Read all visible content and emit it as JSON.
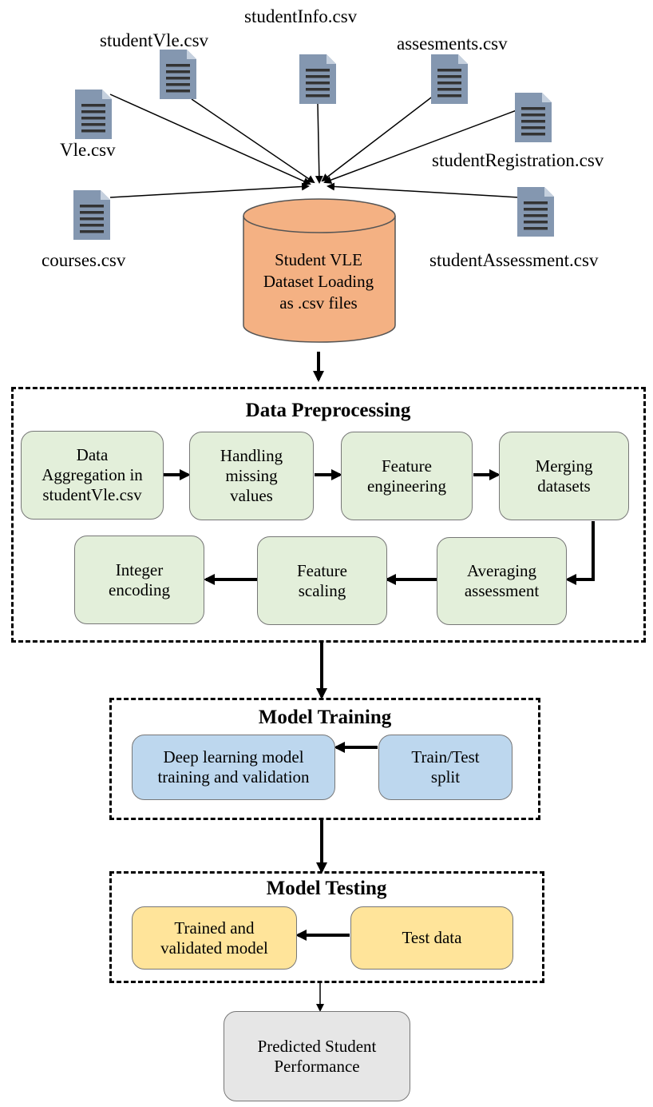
{
  "files": {
    "studentinfo": "studentInfo.csv",
    "studentvle": "studentVle.csv",
    "assessments": "assesments.csv",
    "vle": "Vle.csv",
    "studentregistration": "studentRegistration.csv",
    "courses": "courses.csv",
    "studentassessment": "studentAssessment.csv"
  },
  "database": {
    "line1": "Student VLE",
    "line2": "Dataset Loading",
    "line3": "as .csv files"
  },
  "preprocessing": {
    "title": "Data Preprocessing",
    "steps": {
      "aggregation": [
        "Data",
        "Aggregation in",
        "studentVle.csv"
      ],
      "missing": [
        "Handling",
        "missing",
        "values"
      ],
      "feature_eng": [
        "Feature",
        "engineering"
      ],
      "merging": [
        "Merging",
        "datasets"
      ],
      "averaging": [
        "Averaging",
        "assessment"
      ],
      "scaling": [
        "Feature",
        "scaling"
      ],
      "encoding": [
        "Integer",
        "encoding"
      ]
    }
  },
  "training": {
    "title": "Model Training",
    "deep_learning": [
      "Deep learning model",
      "training and validation"
    ],
    "split": [
      "Train/Test",
      "split"
    ]
  },
  "testing": {
    "title": "Model Testing",
    "trained": [
      "Trained and",
      "validated model"
    ],
    "test_data": [
      "Test data"
    ]
  },
  "output": [
    "Predicted Student",
    "Performance"
  ],
  "colors": {
    "database": "#f4b183",
    "preprocessing_box": "#e3efda",
    "training_box": "#bdd7ee",
    "testing_box": "#ffe49a",
    "output_box": "#e6e6e6",
    "doc_icon": "#8497b0"
  }
}
